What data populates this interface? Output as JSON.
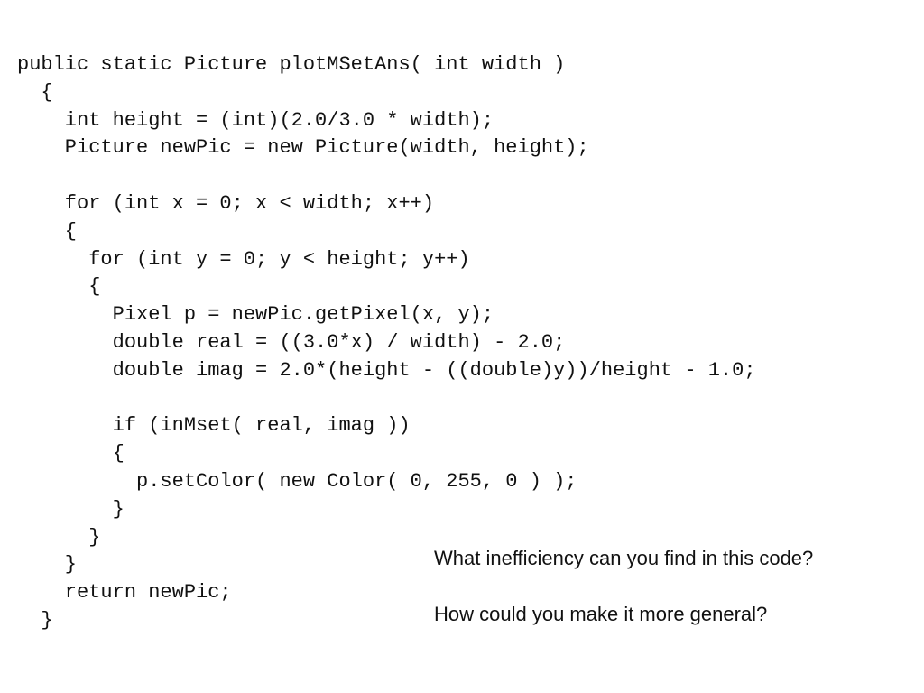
{
  "code": {
    "lines": [
      "public static Picture plotMSetAns( int width )",
      "  {",
      "    int height = (int)(2.0/3.0 * width);",
      "    Picture newPic = new Picture(width, height);",
      "",
      "    for (int x = 0; x < width; x++)",
      "    {",
      "      for (int y = 0; y < height; y++)",
      "      {",
      "        Pixel p = newPic.getPixel(x, y);",
      "        double real = ((3.0*x) / width) - 2.0;",
      "        double imag = 2.0*(height - ((double)y))/height - 1.0;",
      "",
      "        if (inMset( real, imag ))",
      "        {",
      "          p.setColor( new Color( 0, 255, 0 ) );",
      "        }",
      "      }",
      "    }",
      "    return newPic;",
      "  }"
    ]
  },
  "questions": {
    "q1": "What inefficiency can you find in this code?",
    "q2": "How could you make it more general?"
  }
}
